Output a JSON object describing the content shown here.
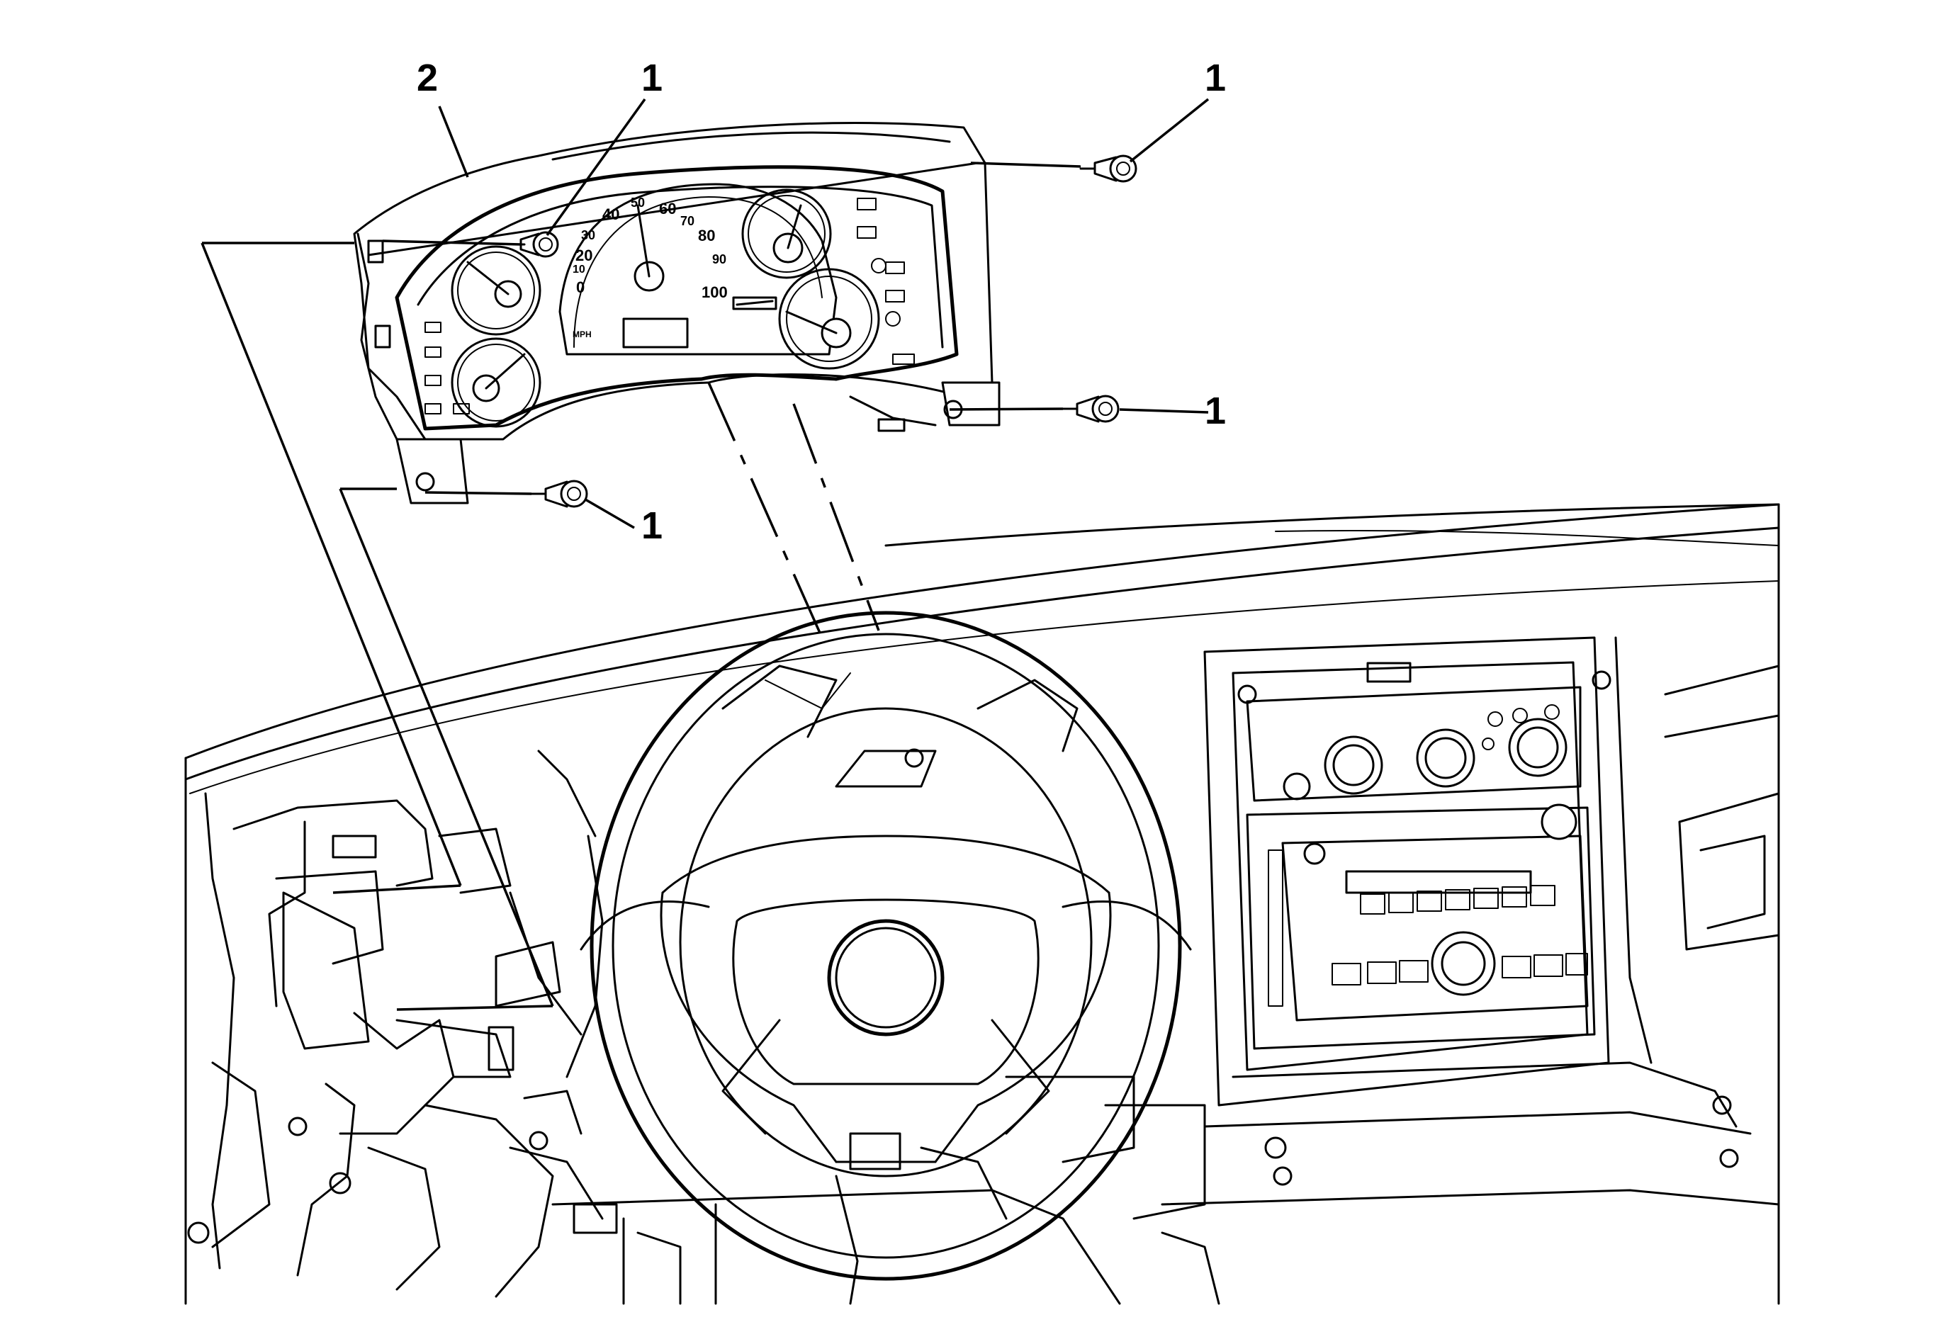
{
  "figure": {
    "callouts": [
      {
        "id": "c-2",
        "text": "2"
      },
      {
        "id": "c-1a",
        "text": "1"
      },
      {
        "id": "c-1b",
        "text": "1"
      },
      {
        "id": "c-1c",
        "text": "1"
      },
      {
        "id": "c-1d",
        "text": "1"
      }
    ],
    "speedometer_numbers": [
      "0",
      "10",
      "20",
      "30",
      "40",
      "50",
      "60",
      "70",
      "80",
      "90",
      "100"
    ],
    "speedometer_unit": "MPH"
  }
}
